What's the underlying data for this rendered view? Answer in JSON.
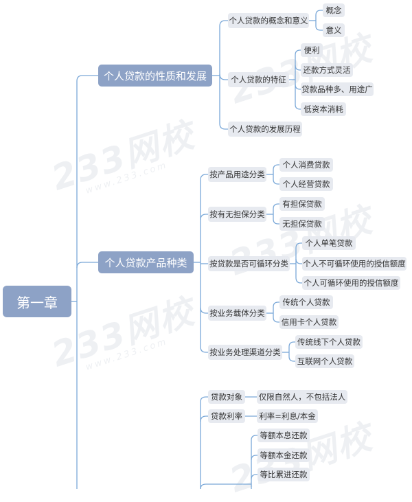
{
  "watermark": {
    "brand": "233网校",
    "domain": "www.233.com"
  },
  "mindmap": {
    "root": "第一章",
    "branch1": {
      "title": "个人贷款的性质和发展",
      "concept": "个人贷款的概念和意义",
      "concept_a": "概念",
      "concept_b": "意义",
      "features": "个人贷款的特征",
      "feature_1": "便利",
      "feature_2": "还款方式灵活",
      "feature_3": "贷款品种多、用途广",
      "feature_4": "低资本消耗",
      "history": "个人贷款的发展历程"
    },
    "branch2": {
      "title": "个人贷款产品种类",
      "by_use": "按产品用途分类",
      "by_use_1": "个人消费贷款",
      "by_use_2": "个人经营贷款",
      "by_guarantee": "按有无担保分类",
      "by_guarantee_1": "有担保贷款",
      "by_guarantee_2": "无担保贷款",
      "by_cycle": "按贷款是否可循环分类",
      "by_cycle_1": "个人单笔贷款",
      "by_cycle_2": "个人不可循环使用的授信额度",
      "by_cycle_3": "个人可循环使用的授信额度",
      "by_carrier": "按业务载体分类",
      "by_carrier_1": "传统个人贷款",
      "by_carrier_2": "信用卡个人贷款",
      "by_channel": "按业务处理渠道分类",
      "by_channel_1": "传统线下个人贷款",
      "by_channel_2": "互联网个人贷款"
    },
    "branch3": {
      "object": "贷款对象",
      "object_value": "仅限自然人，不包括法人",
      "rate": "贷款利率",
      "rate_value": "利率=利息/本金",
      "repay_1": "等额本息还款",
      "repay_2": "等额本金还款",
      "repay_3": "等比累进还款"
    }
  }
}
